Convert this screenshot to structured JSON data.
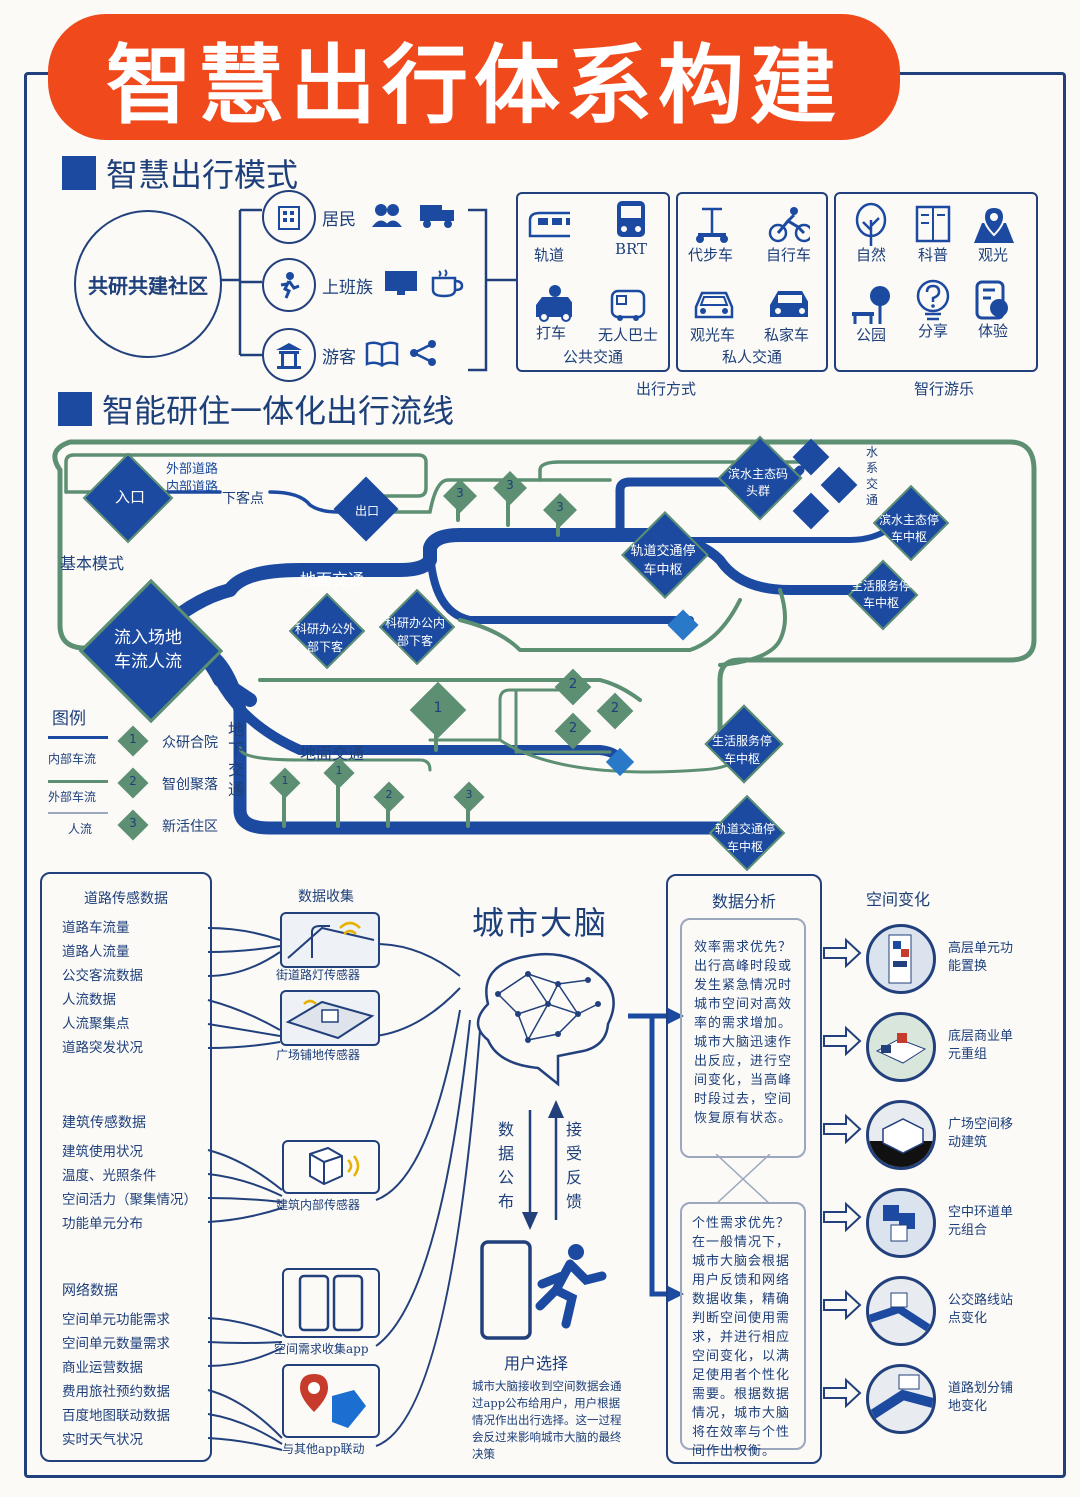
{
  "title": "智慧出行体系构建",
  "section1": {
    "title": "智慧出行模式",
    "community": "共研共建社区",
    "groups": [
      {
        "label": "居民",
        "icon": "apartment-icon"
      },
      {
        "label": "上班族",
        "icon": "commuter-icon"
      },
      {
        "label": "游客",
        "icon": "temple-icon"
      }
    ],
    "group_icons": [
      "people-icon",
      "truck-icon",
      "monitor-icon",
      "coffee-icon",
      "book-icon",
      "share-icon"
    ],
    "public_transport": {
      "items": [
        "轨道",
        "BRT",
        "打车",
        "无人巴士"
      ],
      "caption": "公共交通"
    },
    "private_transport": {
      "items": [
        "代步车",
        "自行车",
        "观光车",
        "私家车"
      ],
      "caption": "私人交通"
    },
    "mode_caption": "出行方式",
    "leisure": {
      "items": [
        "自然",
        "科普",
        "观光",
        "公园",
        "分享",
        "体验"
      ],
      "caption": "智行游乐"
    }
  },
  "section2": {
    "title": "智能研住一体化出行流线",
    "base_mode": "基本模式",
    "outer_road": "外部道路",
    "inner_road": "内部道路",
    "entrance": "入口",
    "dropoff": "下客点",
    "exit": "出口",
    "merge_node": "流入场地车流人流",
    "ground_traffic": "地面交通",
    "underground_traffic": "地下交通",
    "office_dropoff_1": "科研办公外部下客",
    "office_dropoff_2": "科研办公内部下客",
    "water_terminal": "滨水主态码头群",
    "water_hub": "滨水主态停车中枢",
    "water_system": "水系交通",
    "rail_hub": "轨道交通停车中枢",
    "life_hub": "生活服务停车中枢",
    "life_hub_2": "生活服务停车中枢",
    "rail_hub_2": "轨道交通停车中枢",
    "legend": {
      "title": "图例",
      "lines": [
        "内部车流",
        "外部车流",
        "人流"
      ],
      "items": [
        {
          "num": "1",
          "label": "众研合院"
        },
        {
          "num": "2",
          "label": "智创聚落"
        },
        {
          "num": "3",
          "label": "新活住区"
        }
      ]
    },
    "markers_top": [
      "3",
      "3",
      "3"
    ],
    "markers_mid": [
      "1",
      "2",
      "2",
      "2"
    ],
    "markers_bottom": [
      "1",
      "1",
      "2",
      "3"
    ]
  },
  "section3": {
    "road_sensor": {
      "title": "道路传感数据",
      "items": [
        "道路车流量",
        "道路人流量",
        "公交客流数据",
        "人流数据",
        "人流聚集点",
        "道路突发状况"
      ]
    },
    "building_sensor": {
      "title": "建筑传感数据",
      "items": [
        "建筑使用状况",
        "温度、光照条件",
        "空间活力（聚集情况）",
        "功能单元分布"
      ]
    },
    "network": {
      "title": "网络数据",
      "items": [
        "空间单元功能需求",
        "空间单元数量需求",
        "商业运营数据",
        "费用旅社预约数据",
        "百度地图联动数据",
        "实时天气状况"
      ]
    },
    "collect_title": "数据收集",
    "devices": [
      "街道路灯传感器",
      "广场铺地传感器",
      "建筑内部传感器",
      "空间需求收集app",
      "与其他app联动"
    ],
    "brain": "城市大脑",
    "publish": "数据公布",
    "feedback": "接受反馈",
    "user_choice": "用户选择",
    "user_text": "城市大脑接收到空间数据会通过app公布给用户，用户根据情况作出出行选择。这一过程会反过来影响城市大脑的最终决策",
    "analysis_title": "数据分析",
    "efficiency_text": "效率需求优先？出行高峰时段或发生紧急情况时城市空间对高效率的需求增加。城市大脑迅速作出反应，进行空间变化，当高峰时段过去，空间恢复原有状态。",
    "personal_text": "个性需求优先？在一般情况下，城市大脑会根据用户反馈和网络数据收集，精确判断空间使用需求，并进行相应空间变化，以满足使用者个性化需要。根据数据情况，城市大脑将在效率与个性间作出权衡。",
    "space_title": "空间变化",
    "space_items": [
      "高层单元功能置换",
      "底层商业单元重组",
      "广场空间移动建筑",
      "空中环道单元组合",
      "公交路线站点变化",
      "道路划分铺地变化"
    ]
  },
  "colors": {
    "banner": "#f04a1c",
    "navy": "#1d3f7a",
    "blue": "#1b4aa0",
    "green": "#5d8f73"
  }
}
